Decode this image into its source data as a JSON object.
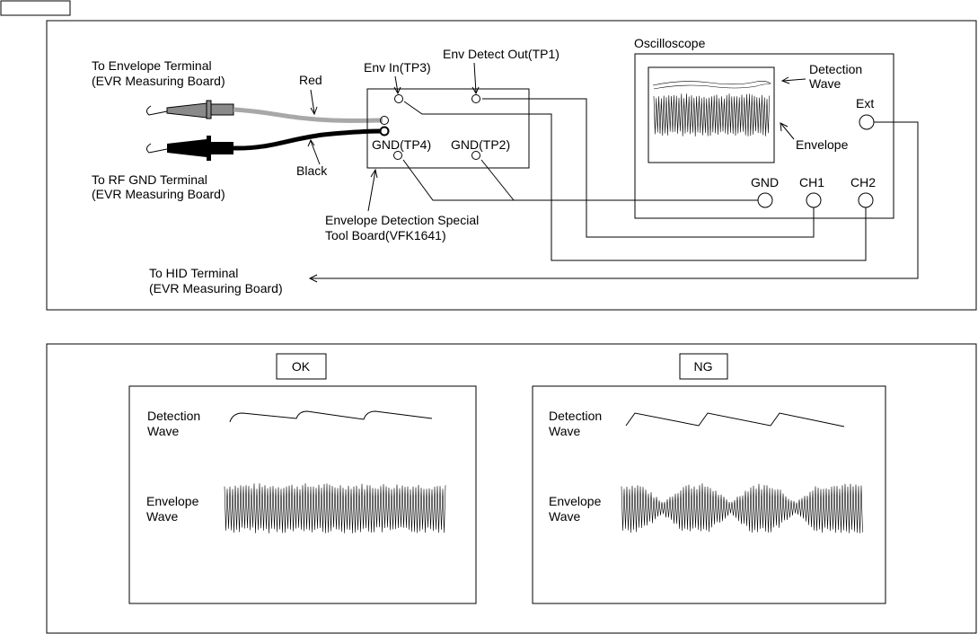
{
  "diagram": {
    "setup": {
      "probe_labels": {
        "envelope_terminal_1": "To Envelope Terminal",
        "envelope_terminal_2": "(EVR Measuring Board)",
        "rf_gnd_1": "To RF GND Terminal",
        "rf_gnd_2": "(EVR Measuring Board)",
        "red": "Red",
        "black": "Black"
      },
      "tool_board": {
        "env_in": "Env In(TP3)",
        "env_detect_out": "Env Detect Out(TP1)",
        "gnd_tp4": "GND(TP4)",
        "gnd_tp2": "GND(TP2)",
        "name_1": "Envelope Detection Special",
        "name_2": "Tool Board(VFK1641)"
      },
      "oscilloscope": {
        "title": "Oscilloscope",
        "detection_1": "Detection",
        "detection_2": "Wave",
        "envelope": "Envelope",
        "ext": "Ext",
        "gnd": "GND",
        "ch1": "CH1",
        "ch2": "CH2"
      },
      "hid_1": "To HID Terminal",
      "hid_2": "(EVR Measuring Board)"
    },
    "comparison": {
      "ok": {
        "badge": "OK",
        "detection_1": "Detection",
        "detection_2": "Wave",
        "envelope_1": "Envelope",
        "envelope_2": "Wave"
      },
      "ng": {
        "badge": "NG",
        "detection_1": "Detection",
        "detection_2": "Wave",
        "envelope_1": "Envelope",
        "envelope_2": "Wave"
      }
    }
  },
  "colors": {
    "red_lead": "#a8a8a8",
    "black_lead": "#000000"
  }
}
